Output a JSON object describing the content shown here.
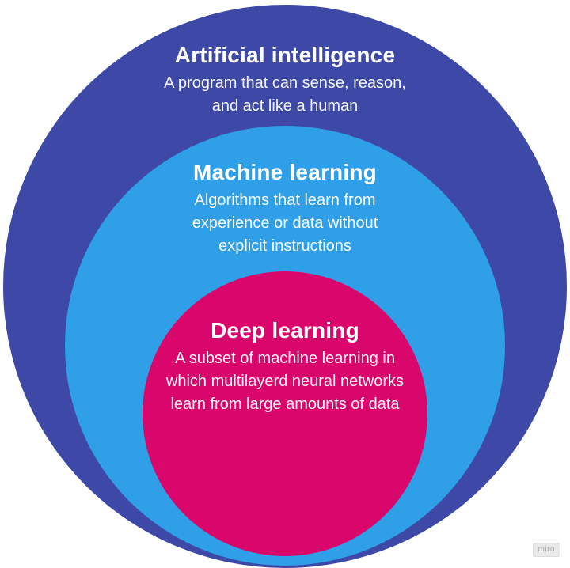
{
  "diagram": {
    "type": "nested-circles",
    "background_color": "#ffffff",
    "rings": [
      {
        "id": "artificial-intelligence",
        "title": "Artificial intelligence",
        "description": "A program that can sense, reason, and act like a human",
        "color": "#3E49A7"
      },
      {
        "id": "machine-learning",
        "title": "Machine learning",
        "description": "Algorithms that learn from experience or data without explicit instructions",
        "color": "#2F9FE8"
      },
      {
        "id": "deep-learning",
        "title": "Deep learning",
        "description": "A subset of machine learning in which multilayerd neural networks learn from large amounts of data",
        "color": "#D9066B"
      }
    ],
    "text_color": "#ffffff"
  },
  "watermark": {
    "label": "miro"
  }
}
